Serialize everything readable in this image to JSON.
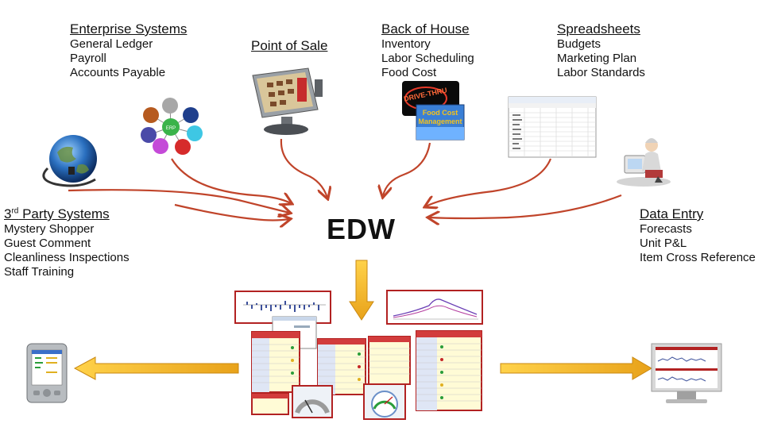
{
  "center": {
    "label": "EDW"
  },
  "sources": {
    "enterprise": {
      "heading": "Enterprise Systems",
      "items": [
        "General Ledger",
        "Payroll",
        "Accounts Payable"
      ]
    },
    "pos": {
      "heading": "Point of Sale"
    },
    "back_of_house": {
      "heading": "Back of House",
      "items": [
        "Inventory",
        "Labor Scheduling",
        "Food Cost"
      ]
    },
    "spreadsheets": {
      "heading": "Spreadsheets",
      "items": [
        "Budgets",
        "Marketing Plan",
        "Labor Standards"
      ]
    },
    "third_party": {
      "heading_prefix": "3",
      "heading_sup": "rd",
      "heading_rest": " Party Systems",
      "items": [
        "Mystery Shopper",
        "Guest Comment",
        "Cleanliness Inspections",
        "Staff Training"
      ]
    },
    "data_entry": {
      "heading": "Data Entry",
      "items": [
        "Forecasts",
        "Unit P&L",
        "Item Cross Reference"
      ]
    }
  },
  "signs": {
    "drive_thru": "DRIVE-THRU",
    "food_cost_1": "Food Cost",
    "food_cost_2": "Management"
  },
  "erp_hub": "ERP",
  "colors": {
    "arrow_red": "#c0442a",
    "arrow_yellow": "#f2b820",
    "report_red": "#b22222"
  }
}
